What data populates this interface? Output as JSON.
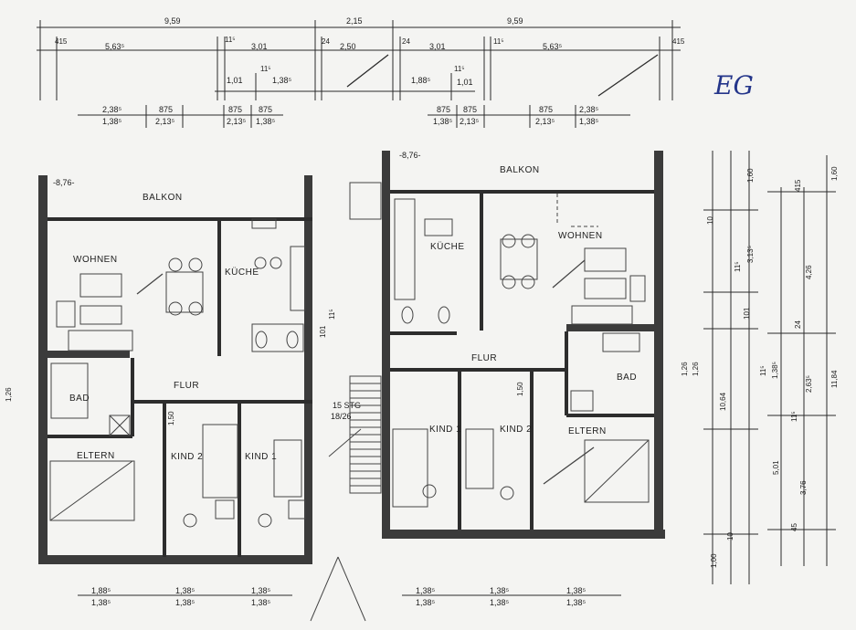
{
  "floor_label": "EG",
  "rooms": {
    "balkon_left": "BALKON",
    "balkon_right": "BALKON",
    "wohnen_left": "WOHNEN",
    "wohnen_right": "WOHNEN",
    "kueche_left": "KÜCHE",
    "kueche_right": "KÜCHE",
    "flur_left": "FLUR",
    "flur_right": "FLUR",
    "bad_left": "BAD",
    "bad_right": "BAD",
    "eltern_left": "ELTERN",
    "eltern_right": "ELTERN",
    "kind2_left": "KIND 2",
    "kind1_left": "KIND 1",
    "kind1_right": "KIND 1",
    "kind2_right": "KIND 2",
    "stair": "15 STG",
    "stair_ratio": "18/26",
    "level_left": "-8,76-",
    "level_right": "-8,76-"
  },
  "dimensions": {
    "top_959_left": "9,59",
    "top_215": "2,15",
    "top_959_right": "9,59",
    "d415_l": "415",
    "d5635_l": "5,63⁵",
    "d115_l1": "11⁵",
    "d301_l": "3,01",
    "d24_l": "24",
    "d250": "2,50",
    "d24_r": "24",
    "d301_r": "3,01",
    "d115_r1": "11⁵",
    "d5635_r": "5,63⁵",
    "d415_r": "415",
    "d101_l": "1,01",
    "d115_l2": "11⁵",
    "d1385_l": "1,38⁵",
    "d1885_r": "1,88⁵",
    "d115_r2": "11⁵",
    "d101_r": "1,01",
    "w_2385_a": "2,38⁵",
    "w_1385_a": "1,38⁵",
    "w_875_a": "875",
    "w_2135_a": "2,13⁵",
    "w_875_b": "875",
    "w_2135_b": "2,13⁵",
    "w_875_c": "875",
    "w_1385_b": "1,38⁵",
    "w_875_d": "875",
    "w_1385_c": "1,38⁵",
    "w_875_e": "875",
    "w_2135_c": "2,13⁵",
    "w_875_f": "875",
    "w_2135_d": "2,13⁵",
    "w_2385_b": "2,38⁵",
    "w_1385_d": "1,38⁵",
    "b_1885_l": "1,88⁵",
    "b_1385_l": "1,38⁵",
    "b_1385_m1a": "1,38⁵",
    "b_1385_m1b": "1,38⁵",
    "b_1385_m2a": "1,38⁵",
    "b_1385_m2b": "1,38⁵",
    "b_1385_r1a": "1,38⁵",
    "b_1385_r1b": "1,38⁵",
    "b_1385_r2a": "1,38⁵",
    "b_1385_r2b": "1,38⁵",
    "b_1385_r3a": "1,38⁵",
    "b_1385_r3b": "1,38⁵",
    "left_126": "1,26",
    "right_126a": "1,26",
    "right_126b": "1,26",
    "kind2_150": "1,50",
    "kind1r_150": "1,50",
    "v_101": "101",
    "v_115": "11⁵",
    "r_160a": "1,60",
    "r_160b": "1,60",
    "r_415": "415",
    "r_10a": "10",
    "r_3135": "3,13⁵",
    "r_426": "4,26",
    "r_115a": "11⁵",
    "r_101": "101",
    "r_24": "24",
    "r_115b": "11⁵",
    "r_1385": "1,38⁵",
    "r_2635": "2,63⁵",
    "r_1064": "10,64",
    "r_1184": "11,84",
    "r_115c": "11⁵",
    "r_501": "5,01",
    "r_376": "3,76",
    "r_45": "45",
    "r_10b": "10",
    "r_100": "1,00"
  }
}
